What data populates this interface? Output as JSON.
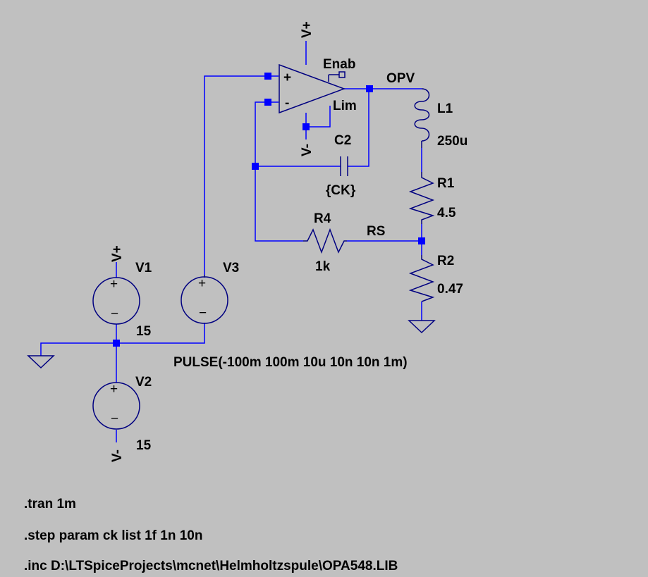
{
  "schematic": {
    "opamp": {
      "plus": "+",
      "minus": "-",
      "enab": "Enab",
      "lim": "Lim",
      "vplus": "V+",
      "vminus": "V-"
    },
    "nets": {
      "opv": "OPV",
      "rs": "RS"
    },
    "components": {
      "L1": {
        "name": "L1",
        "value": "250u"
      },
      "R1": {
        "name": "R1",
        "value": "4.5"
      },
      "R2": {
        "name": "R2",
        "value": "0.47"
      },
      "R4": {
        "name": "R4",
        "value": "1k"
      },
      "C2": {
        "name": "C2",
        "value": "{CK}"
      },
      "V1": {
        "name": "V1",
        "value": "15"
      },
      "V2": {
        "name": "V2",
        "value": "15"
      },
      "V3": {
        "name": "V3",
        "value": "PULSE(-100m 100m 10u 10n 10n 1m)"
      }
    },
    "supply_labels": {
      "v1_top": "V+",
      "v2_bottom": "V-"
    },
    "source_symbols": {
      "plus": "+",
      "minus": "−"
    }
  },
  "directives": [
    ".tran 1m",
    ".step param ck list 1f 1n 10n",
    ".inc D:\\LTSpiceProjects\\mcnet\\Helmholtzspule\\OPA548.LIB"
  ]
}
